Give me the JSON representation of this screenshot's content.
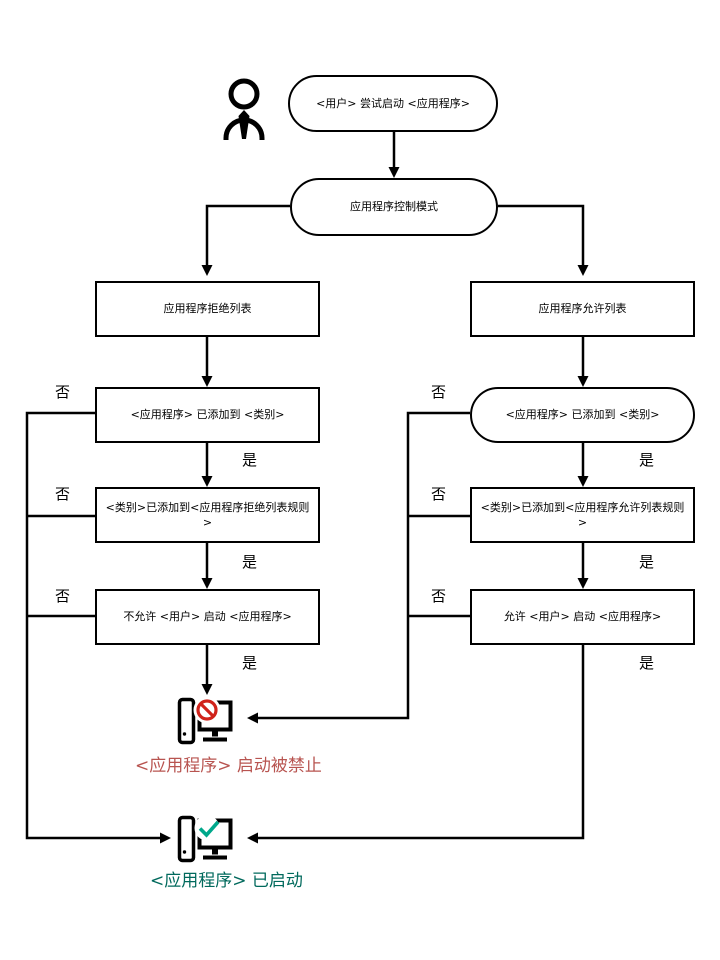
{
  "diagram": {
    "background": "#ffffff",
    "line_color": "#000000",
    "nodes": {
      "start": "<用户> 尝试启动 <应用程序>",
      "control_mode": "应用程序控制模式",
      "denylist": "应用程序拒绝列表",
      "allowlist": "应用程序允许列表",
      "deny_app_in_category": "<应用程序> 已添加到 <类别>",
      "allow_app_in_category": "<应用程序> 已添加到 <类别>",
      "deny_category_in_rules": "<类别>已添加到<应用程序拒绝列表规则>",
      "allow_category_in_rules": "<类别>已添加到<应用程序允许列表规则>",
      "deny_action": "不允许 <用户> 启动 <应用程序>",
      "allow_action": "允许 <用户> 启动 <应用程序>"
    },
    "edge_labels": {
      "no": "否",
      "yes": "是"
    },
    "outcomes": {
      "blocked": {
        "label": "<应用程序> 启动被禁止",
        "color": "#b85450"
      },
      "started": {
        "label": "<应用程序> 已启动",
        "color": "#00695c"
      }
    },
    "icons": {
      "user": "user-icon",
      "blocked_computer": "computer-blocked-icon",
      "started_computer": "computer-started-icon",
      "prohibition_color": "#d0231b",
      "check_color": "#00a88b"
    }
  }
}
